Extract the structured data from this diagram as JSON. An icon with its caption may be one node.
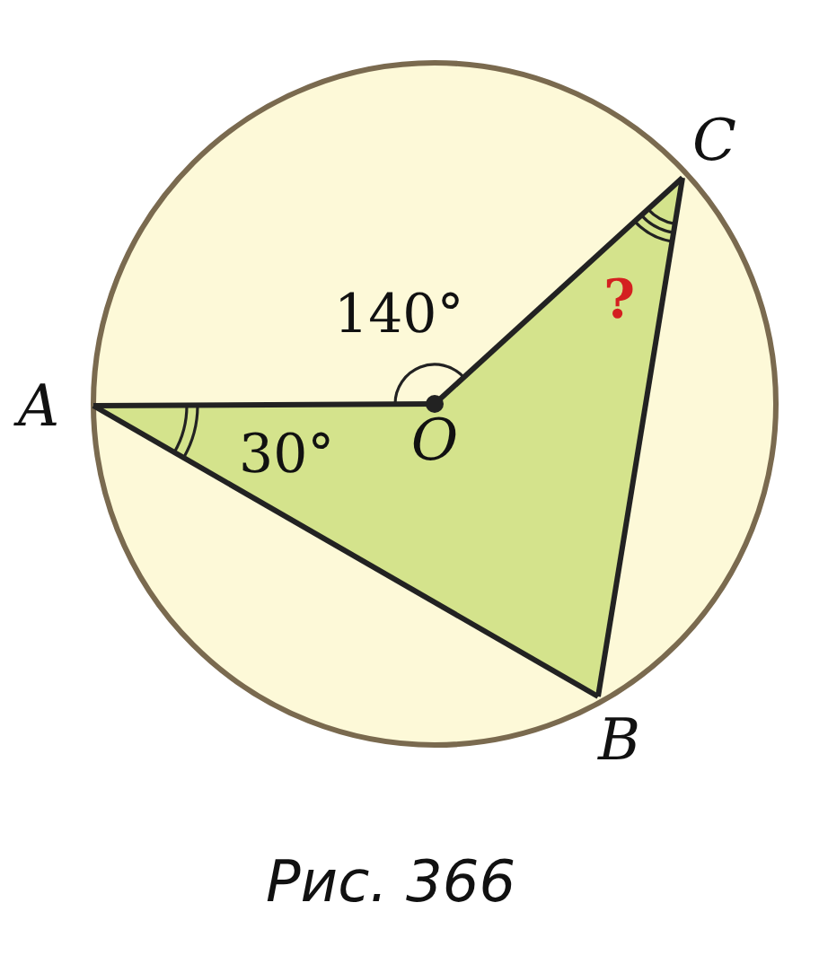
{
  "diagram": {
    "caption": "Рис. 366",
    "nodes": [
      {
        "text": [
          "A"
        ]
      },
      {
        "text": [
          "O"
        ]
      },
      {
        "text": [
          "C"
        ]
      },
      {
        "text": [
          "B"
        ]
      }
    ],
    "edges": [
      {
        "from": 0,
        "to": 1,
        "arrow": "none"
      },
      {
        "from": 1,
        "to": 2,
        "arrow": "none"
      },
      {
        "from": 2,
        "to": 3,
        "arrow": "none"
      },
      {
        "from": 3,
        "to": 0,
        "arrow": "none"
      }
    ],
    "labels": [
      "140°",
      "30°",
      "?"
    ]
  }
}
